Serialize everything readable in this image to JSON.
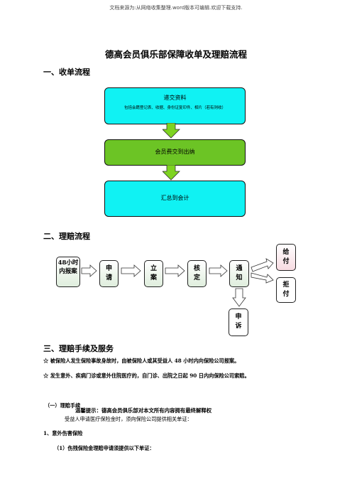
{
  "header": "文档来源为:从网络收集整理.word版本可编辑.欢迎下载支持.",
  "title": "德高会员俱乐部保障收单及理赔流程",
  "section1": "一、收单流程",
  "box1": {
    "main": "递交资料",
    "sub": "包括会籍登记表、收据、身份证复印件、相片（若有则收）"
  },
  "box2": "会员费交到出纳",
  "box3": "汇总到会计",
  "section2": "二、理赔流程",
  "flow": {
    "report": "48小时内报案",
    "apply": "申请",
    "file": "立案",
    "verify": "核定",
    "notify": "通知",
    "pay": "给付",
    "refuse": "拒付",
    "appeal": "申诉"
  },
  "section3": "三、理赔手续及服务",
  "bullet_symbol": "☆",
  "bullet1": "被保险人发生保险事故身故时，由被保险人或其受益人 48 小时内向保险公司报案。",
  "bullet2": "发生意外、疾病门诊或意外住院医疗的，自门诊、出院之日起 90 日内向保险公司索赔。",
  "sub1": "（一）理赔手续",
  "overlap": "温馨提示：德高会员俱乐部对本文所有内容拥有最终解释权",
  "line_apply": "受益人申请医疗保险金时，须向保险公司提供相关单证：",
  "item1": "1、意外伤害保险",
  "item1a": "（1）伤残保险金理赔申请须提供以下单证："
}
